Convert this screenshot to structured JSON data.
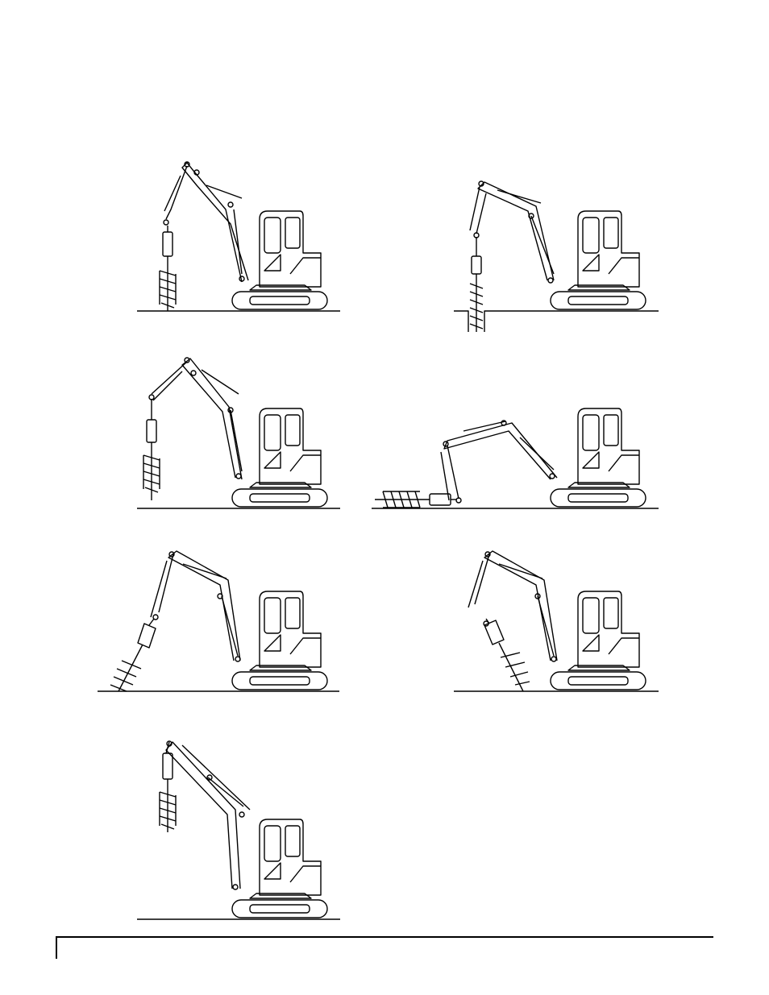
{
  "document": {
    "figures": [
      {
        "pose": "auger-vertical-lowered",
        "icons": [
          "excavator-icon",
          "auger-icon"
        ]
      },
      {
        "pose": "auger-drilling-into-hole",
        "icons": [
          "excavator-icon",
          "auger-icon",
          "hole-icon"
        ]
      },
      {
        "pose": "auger-vertical-raised",
        "icons": [
          "excavator-icon",
          "auger-icon"
        ]
      },
      {
        "pose": "auger-horizontal-on-ground",
        "icons": [
          "excavator-icon",
          "auger-icon"
        ]
      },
      {
        "pose": "auger-angled-outward",
        "icons": [
          "excavator-icon",
          "auger-icon"
        ]
      },
      {
        "pose": "auger-angled-inward",
        "icons": [
          "excavator-icon",
          "auger-icon"
        ]
      },
      {
        "pose": "auger-stowed-high",
        "icons": [
          "excavator-icon",
          "auger-icon"
        ]
      }
    ],
    "line_color": "#000000",
    "background": "#ffffff"
  }
}
